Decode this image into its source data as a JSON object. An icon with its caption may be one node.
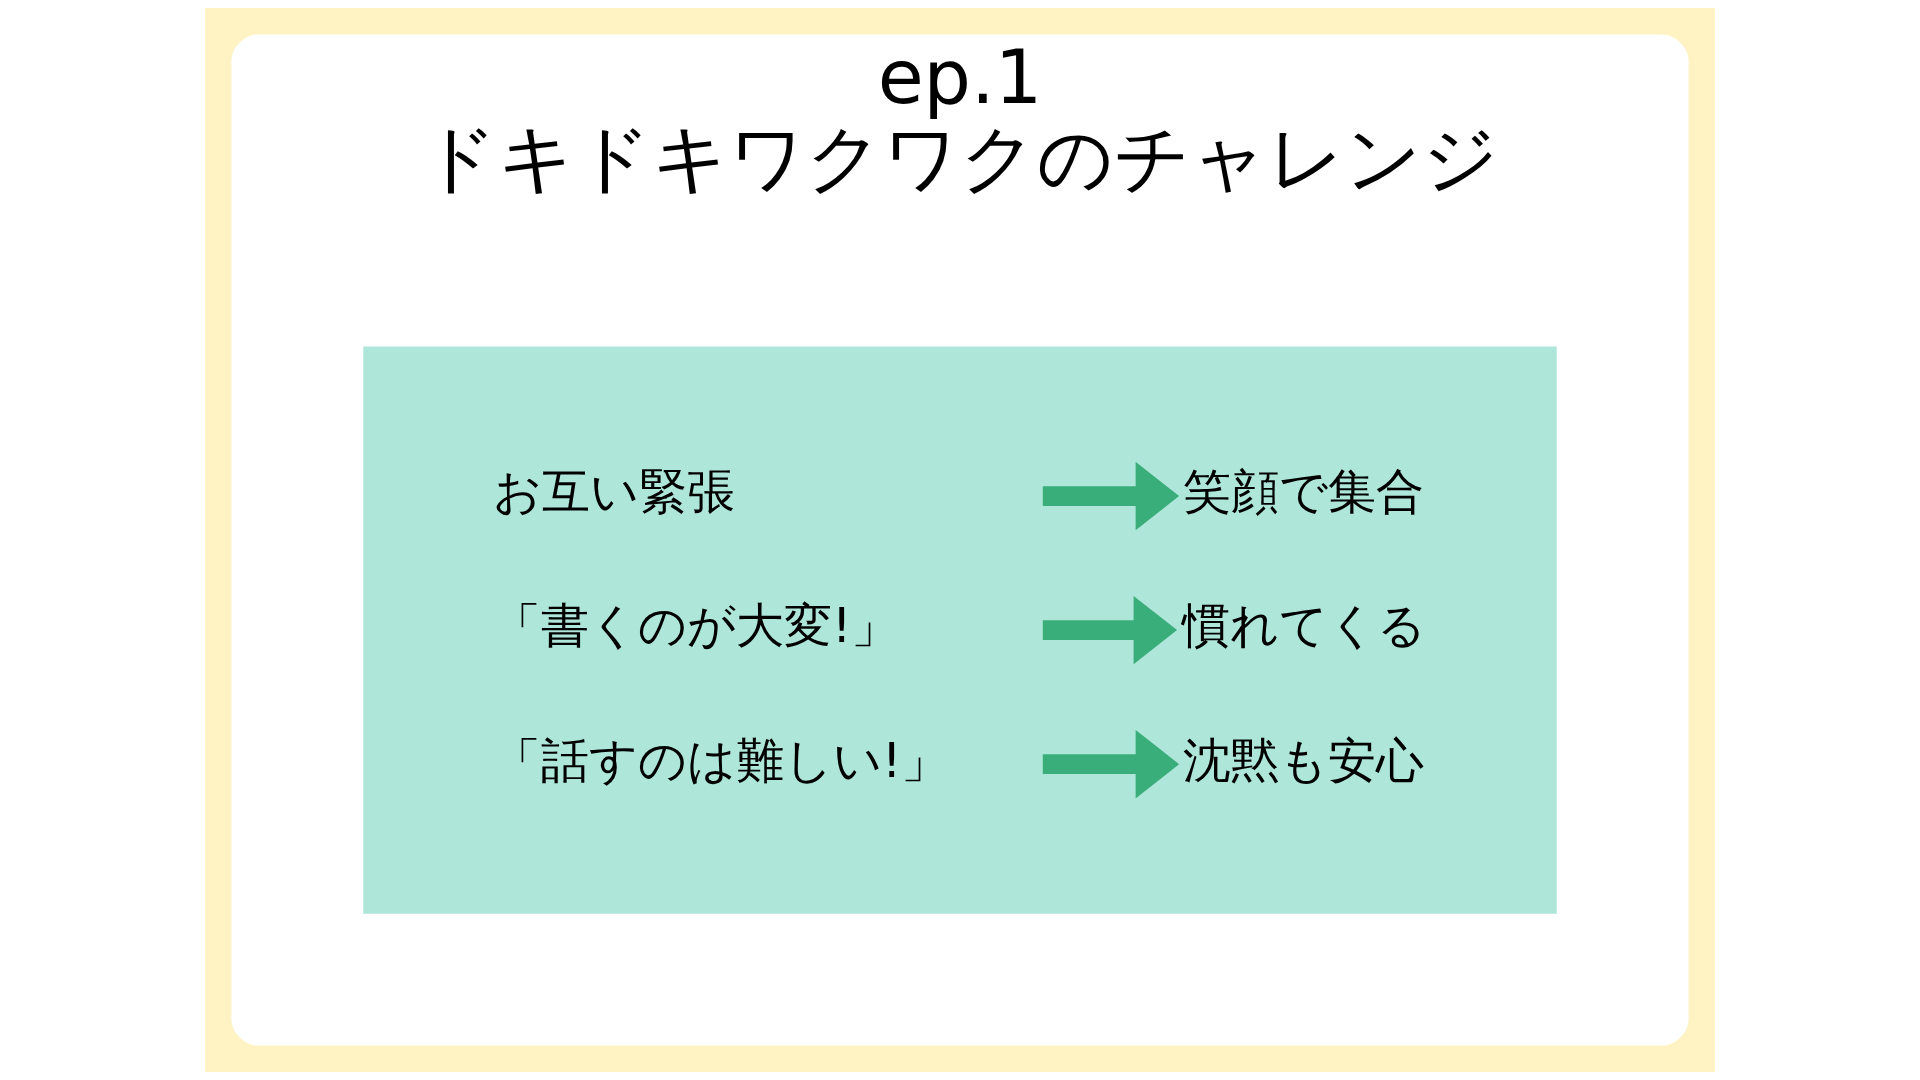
{
  "diagram": {
    "nodes": [
      {
        "text": [
          "ep.1",
          "ドキドキワクワクのチャレンジ"
        ]
      },
      {
        "text": [],
        "shape": "box",
        "in": 0
      },
      {
        "text": [
          "お互い緊張"
        ],
        "in": 1
      },
      {
        "text": [
          "笑顔で集合"
        ],
        "in": 1
      },
      {
        "text": [
          "「書くのが大変!」"
        ],
        "in": 1
      },
      {
        "text": [
          "慣れてくる"
        ],
        "in": 1
      },
      {
        "text": [
          "「話すのは難しい!」"
        ],
        "in": 1
      },
      {
        "text": [
          "沈黙も安心"
        ],
        "in": 1
      }
    ],
    "edges": [
      {
        "from": 2,
        "to": 3,
        "arrow": "to"
      },
      {
        "from": 4,
        "to": 5,
        "arrow": "to"
      },
      {
        "from": 6,
        "to": 7,
        "arrow": "to"
      }
    ]
  }
}
